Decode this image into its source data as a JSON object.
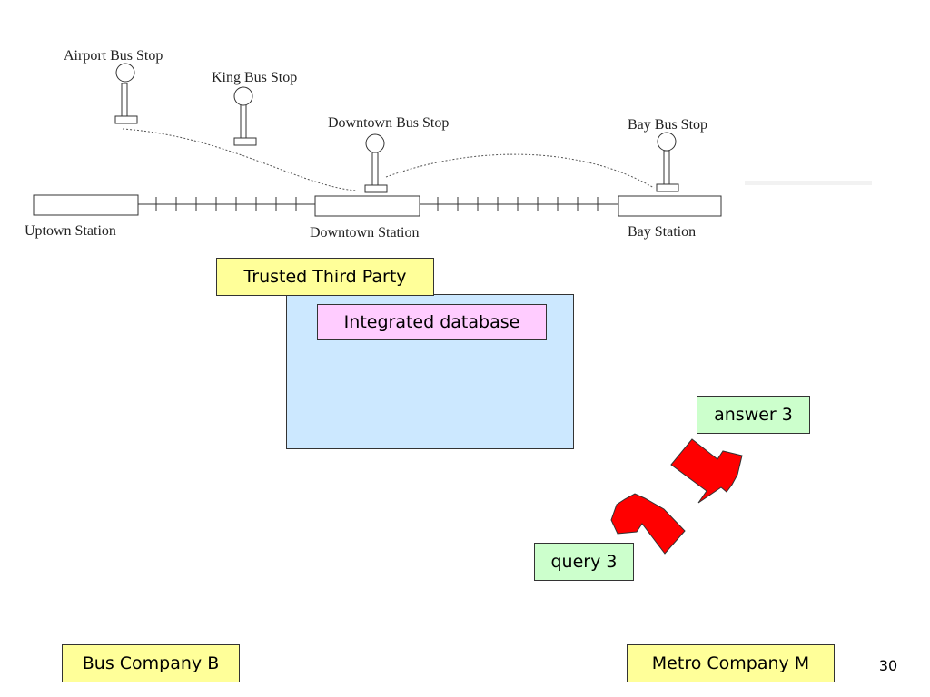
{
  "colors": {
    "yellow_box": "#ffff99",
    "green_box": "#ccffcc",
    "pink_box": "#ffccff",
    "panel": "#cce8ff",
    "cylinder": "#ccffcc",
    "arrow": "#ff0000"
  },
  "stops": {
    "airport": "Airport Bus Stop",
    "king": "King Bus Stop",
    "downtown": "Downtown Bus Stop",
    "bay": "Bay Bus Stop"
  },
  "stations": {
    "uptown": "Uptown Station",
    "downtown": "Downtown Station",
    "bay": "Bay Station"
  },
  "boxes": {
    "ttp": "Trusted Third Party",
    "db": "Integrated database",
    "answer": "answer 3",
    "query": "query 3",
    "bus": "Bus Company B",
    "metro": "Metro Company M"
  },
  "page_number": "30"
}
